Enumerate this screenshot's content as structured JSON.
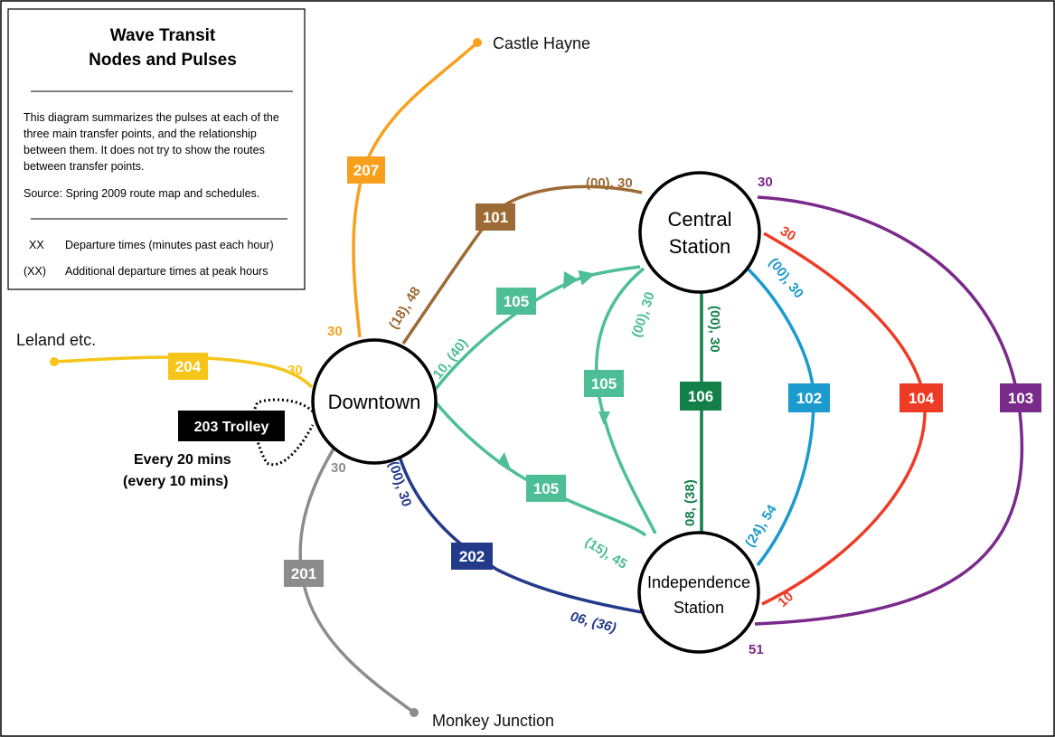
{
  "legend": {
    "title_line1": "Wave Transit",
    "title_line2": "Nodes and Pulses",
    "desc_line1": "This diagram summarizes the pulses at each of the",
    "desc_line2": "three main transfer points, and the relationship",
    "desc_line3": "between them. It does not try to show the routes",
    "desc_line4": "between transfer points.",
    "source": "Source: Spring 2009 route map and schedules.",
    "key1_symbol": "XX",
    "key1_text": "Departure times (minutes past each hour)",
    "key2_symbol": "(XX)",
    "key2_text": "Additional departure times at peak hours"
  },
  "nodes": {
    "downtown": "Downtown",
    "central_line1": "Central",
    "central_line2": "Station",
    "independence_line1": "Independence",
    "independence_line2": "Station"
  },
  "places": {
    "castle_hayne": "Castle Hayne",
    "leland": "Leland etc.",
    "monkey_junction": "Monkey Junction"
  },
  "routes": {
    "r207": "207",
    "r101": "101",
    "r105": "105",
    "r204": "204",
    "r106": "106",
    "r102": "102",
    "r104": "104",
    "r103": "103",
    "r202": "202",
    "r201": "201",
    "trolley": "203 Trolley",
    "trolley_note1": "Every 20 mins",
    "trolley_note2": "(every 10 mins)"
  },
  "times": {
    "t207_dt": "30",
    "t204_dt": "30",
    "t101_dt": "(18), 48",
    "t101_cs": "(00), 30",
    "t105_dt": "10, (40)",
    "t105_cs": "(00), 30",
    "t105_is": "(15), 45",
    "t106_cs": "(00), 30",
    "t106_is": "08, (38)",
    "t102_cs": "(00), 30",
    "t102_is": "(24), 54",
    "t104_cs": "30",
    "t104_is": "10",
    "t103_cs": "30",
    "t103_is": "51",
    "t202_dt": "(00), 30",
    "t202_is": "06, (36)",
    "t201_dt": "30"
  },
  "colors": {
    "r207": "#F7A01E",
    "r101": "#9C6A34",
    "r105": "#4DBE96",
    "r204": "#F6C51A",
    "r106": "#13804A",
    "r102": "#1A9ACD",
    "r104": "#EE3B25",
    "r103": "#7A2A8A",
    "r202": "#233A8A",
    "r201": "#8C8C8C",
    "trolley": "#000000"
  }
}
